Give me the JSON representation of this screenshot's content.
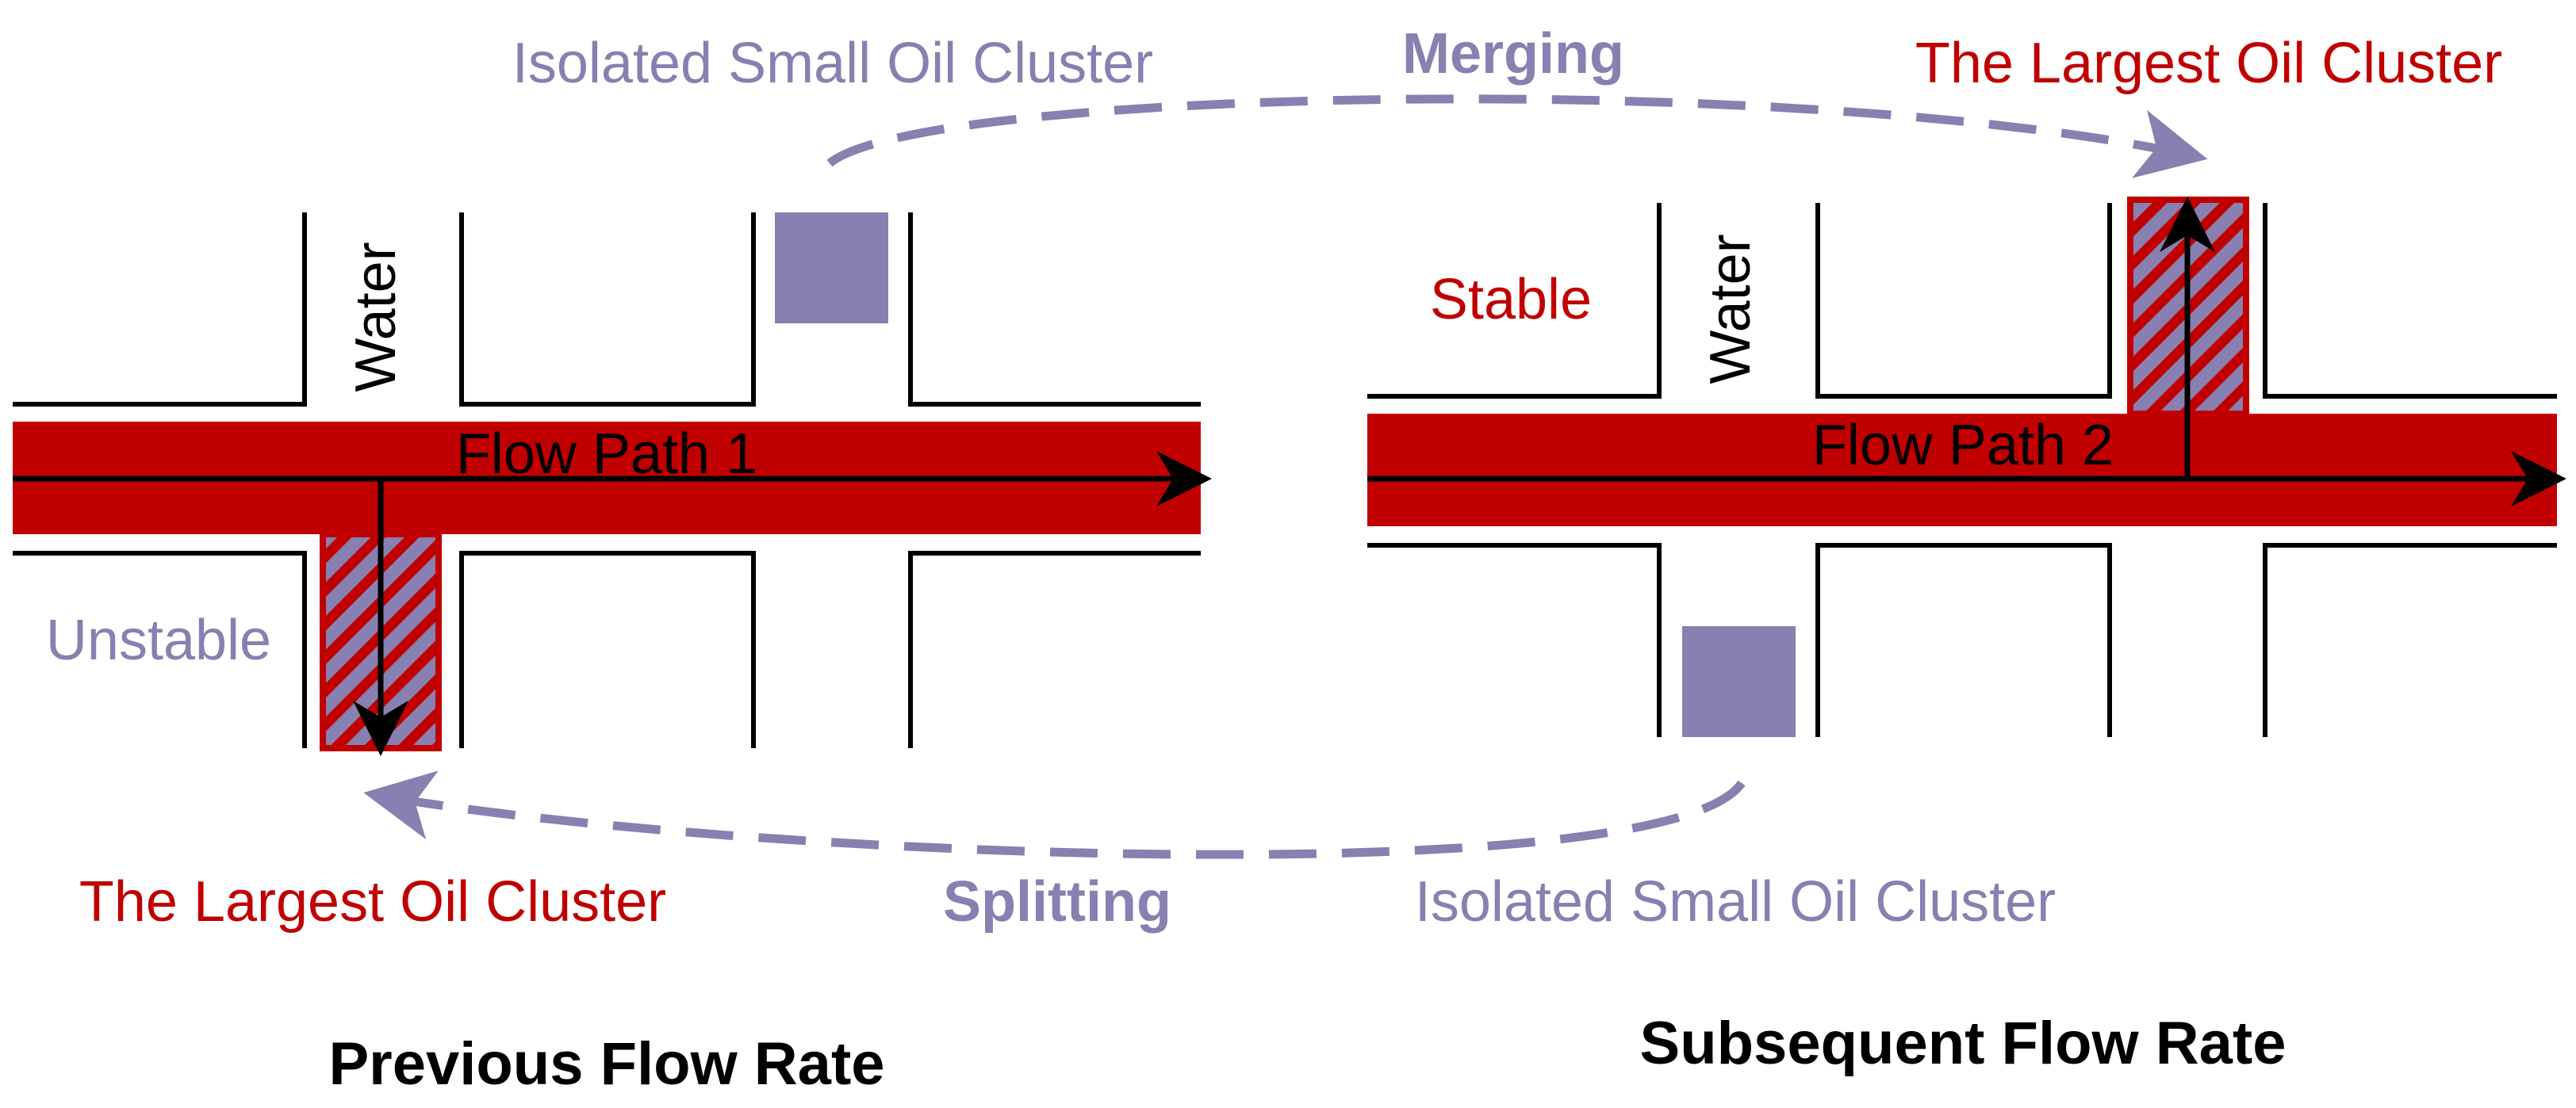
{
  "colors": {
    "oil_red": "#c00000",
    "cluster_purple": "#8780b0",
    "wall_black": "#000000",
    "background": "#ffffff"
  },
  "top": {
    "isolated_cluster_label": "Isolated Small Oil Cluster",
    "merging_label": "Merging",
    "largest_cluster_label": "The Largest Oil Cluster"
  },
  "left_panel": {
    "water_label": "Water",
    "flow_path_label": "Flow Path 1",
    "state_label": "Unstable",
    "largest_cluster_label": "The Largest Oil Cluster",
    "caption": "Previous Flow Rate"
  },
  "right_panel": {
    "state_label": "Stable",
    "water_label": "Water",
    "flow_path_label": "Flow Path 2",
    "isolated_cluster_label": "Isolated Small Oil Cluster",
    "caption": "Subsequent Flow Rate"
  },
  "bottom": {
    "splitting_label": "Splitting"
  }
}
